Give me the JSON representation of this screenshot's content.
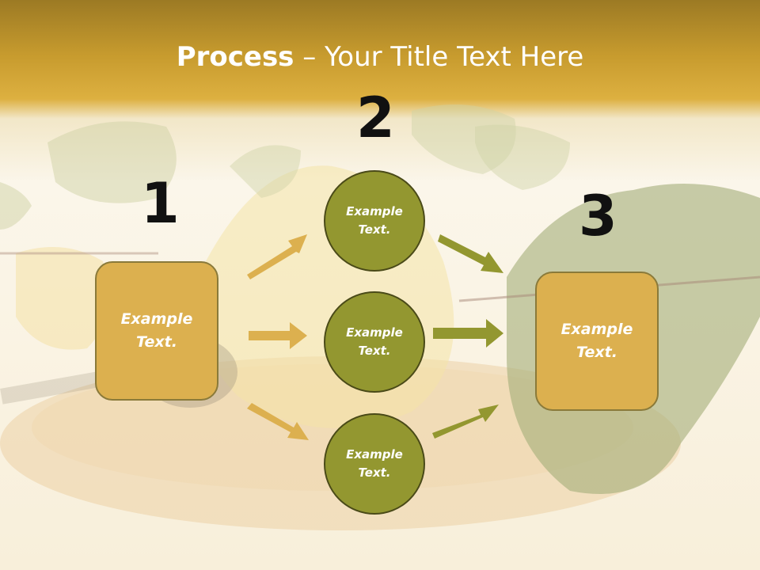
{
  "title": {
    "bold": "Process",
    "rest": " – Your Title Text Here"
  },
  "steps": {
    "one": "1",
    "two": "2",
    "three": "3"
  },
  "left_box": {
    "text": "Example Text."
  },
  "right_box": {
    "text": "Example Text."
  },
  "circles": [
    {
      "text": "Example Text."
    },
    {
      "text": "Example Text."
    },
    {
      "text": "Example Text."
    }
  ],
  "colors": {
    "box_fill": "#dcb04f",
    "circle_fill": "#939730",
    "arrow_gold": "#dcb04f",
    "arrow_olive": "#939730"
  }
}
